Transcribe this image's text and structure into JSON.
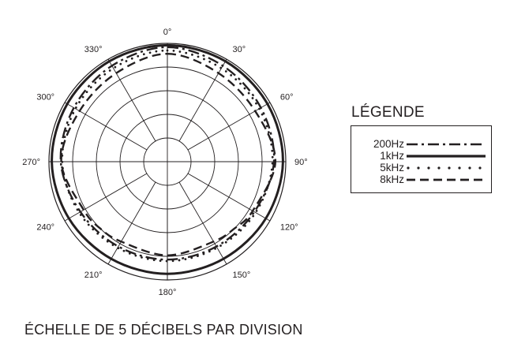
{
  "chart_data": {
    "type": "polar",
    "angle_labels": [
      "0°",
      "30°",
      "60°",
      "90°",
      "120°",
      "150°",
      "180°",
      "210°",
      "240°",
      "270°",
      "300°",
      "330°"
    ],
    "angles_deg": [
      0,
      30,
      60,
      90,
      120,
      150,
      180,
      210,
      240,
      270,
      300,
      330
    ],
    "radial_divisions": 5,
    "radial_step_db": 5,
    "radial_range_db": [
      -25,
      0
    ],
    "series": [
      {
        "name": "200Hz",
        "dash": "dash-dot",
        "color": "#231f20",
        "angles": [
          0,
          30,
          60,
          90,
          120,
          150,
          180,
          210,
          240,
          270,
          300,
          330
        ],
        "values_db": [
          -0.8,
          -1.6,
          -2.2,
          -2.5,
          -3.8,
          -4.3,
          -4.3,
          -4.3,
          -3.8,
          -2.5,
          -2.2,
          -1.6
        ]
      },
      {
        "name": "1kHz",
        "dash": "solid",
        "color": "#231f20",
        "angles": [
          0,
          30,
          60,
          90,
          120,
          150,
          180,
          210,
          240,
          270,
          300,
          330
        ],
        "values_db": [
          -0.4,
          -0.5,
          -0.6,
          -0.6,
          -1.0,
          -1.3,
          -1.3,
          -1.3,
          -1.0,
          -0.6,
          -0.6,
          -0.5
        ]
      },
      {
        "name": "5kHz",
        "dash": "dotted",
        "color": "#231f20",
        "angles": [
          0,
          30,
          60,
          90,
          120,
          150,
          180,
          210,
          240,
          270,
          300,
          330
        ],
        "values_db": [
          -1.5,
          -2.2,
          -2.6,
          -2.8,
          -3.5,
          -4.0,
          -4.0,
          -4.0,
          -3.5,
          -2.8,
          -2.6,
          -2.2
        ]
      },
      {
        "name": "8kHz",
        "dash": "dashed",
        "color": "#231f20",
        "angles": [
          0,
          30,
          60,
          90,
          120,
          135,
          150,
          180,
          210,
          225,
          240,
          270,
          300,
          330
        ],
        "values_db": [
          -2.2,
          -3.4,
          -3.6,
          -2.2,
          -4.2,
          -5.0,
          -5.5,
          -5.2,
          -5.5,
          -5.0,
          -4.6,
          -2.6,
          -3.6,
          -3.4
        ]
      }
    ]
  },
  "legend": {
    "title": "LÉGENDE",
    "items": [
      {
        "label": "200Hz",
        "dash": "dash-dot"
      },
      {
        "label": "1kHz",
        "dash": "solid"
      },
      {
        "label": "5kHz",
        "dash": "dotted"
      },
      {
        "label": "8kHz",
        "dash": "dashed"
      }
    ]
  },
  "caption": "ÉCHELLE DE 5 DÉCIBELS PAR DIVISION"
}
